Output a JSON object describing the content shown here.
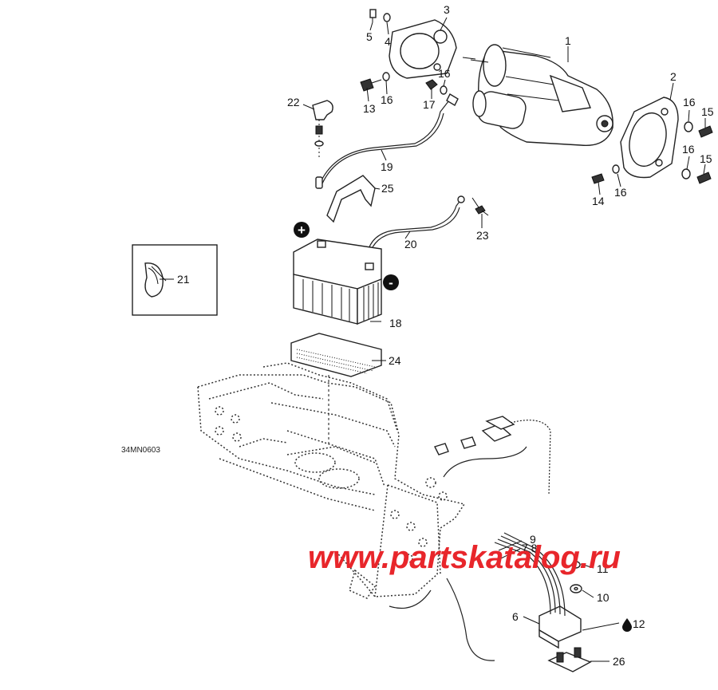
{
  "diagram_code": "34MN0603",
  "watermark": "www.partskatalog.ru",
  "symbols": {
    "positive": "+",
    "negative": "-"
  },
  "callouts": [
    {
      "id": "1",
      "label": "1"
    },
    {
      "id": "2",
      "label": "2"
    },
    {
      "id": "3",
      "label": "3"
    },
    {
      "id": "4",
      "label": "4"
    },
    {
      "id": "5",
      "label": "5"
    },
    {
      "id": "6",
      "label": "6"
    },
    {
      "id": "7-8",
      "label": "7 8"
    },
    {
      "id": "9",
      "label": "9"
    },
    {
      "id": "10",
      "label": "10"
    },
    {
      "id": "11",
      "label": "11"
    },
    {
      "id": "12",
      "label": "12"
    },
    {
      "id": "13",
      "label": "13"
    },
    {
      "id": "14",
      "label": "14"
    },
    {
      "id": "15a",
      "label": "15"
    },
    {
      "id": "15b",
      "label": "15"
    },
    {
      "id": "16a",
      "label": "16"
    },
    {
      "id": "16b",
      "label": "16"
    },
    {
      "id": "16c",
      "label": "16"
    },
    {
      "id": "16d",
      "label": "16"
    },
    {
      "id": "16e",
      "label": "16"
    },
    {
      "id": "17",
      "label": "17"
    },
    {
      "id": "18",
      "label": "18"
    },
    {
      "id": "19",
      "label": "19"
    },
    {
      "id": "20",
      "label": "20"
    },
    {
      "id": "21",
      "label": "21"
    },
    {
      "id": "22",
      "label": "22"
    },
    {
      "id": "23",
      "label": "23"
    },
    {
      "id": "24",
      "label": "24"
    },
    {
      "id": "25",
      "label": "25"
    },
    {
      "id": "26",
      "label": "26"
    }
  ],
  "icons": [
    "droplet-icon",
    "cable-tie-icon"
  ]
}
